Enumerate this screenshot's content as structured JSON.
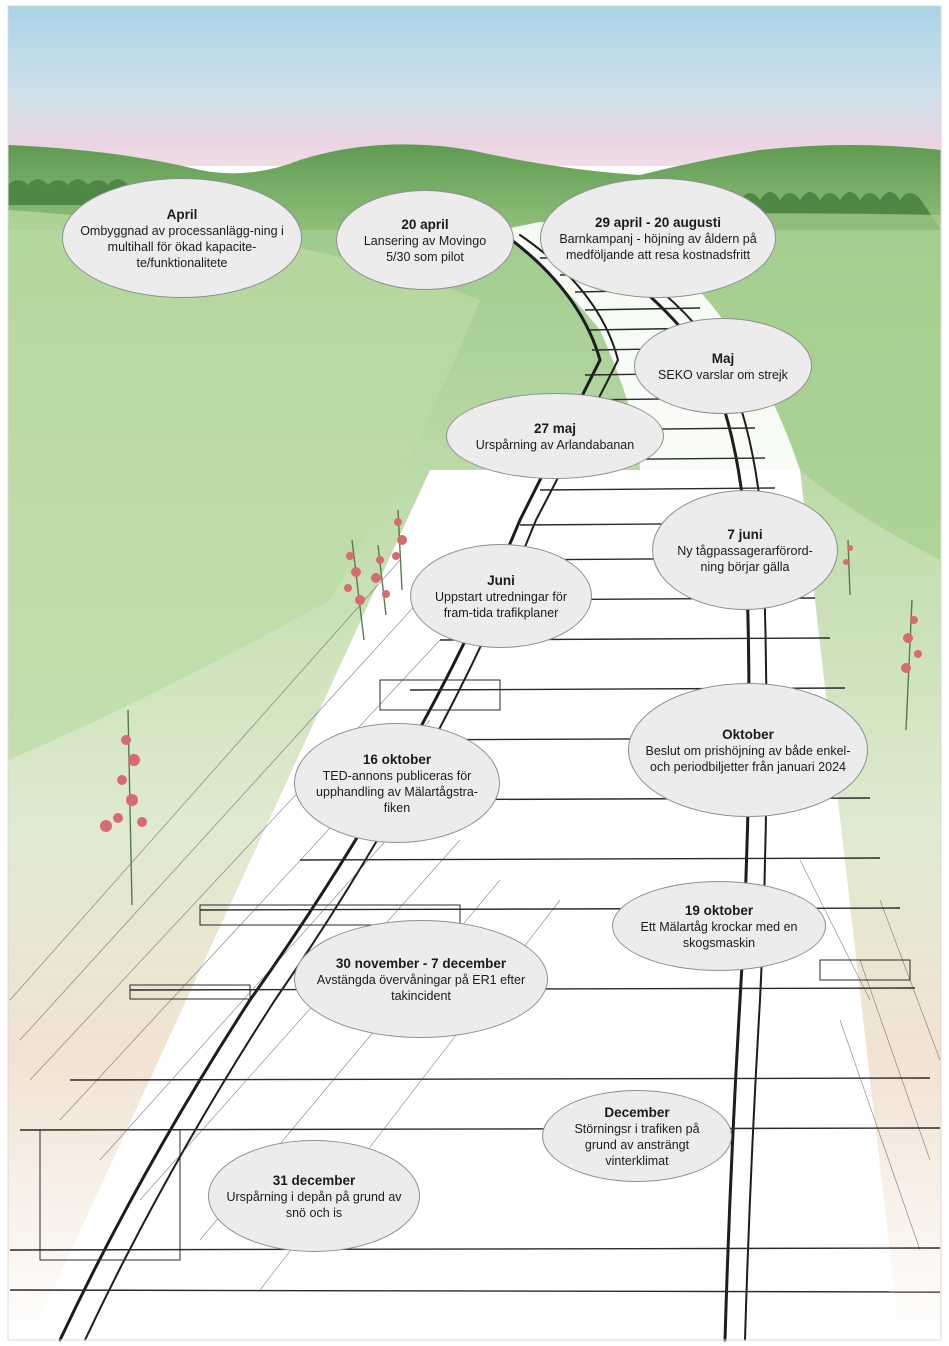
{
  "events": [
    {
      "title": "April",
      "text": "Ombyggnad av processanlägg-ning i multihall för ökad kapacite-te/funktionalitete"
    },
    {
      "title": "20 april",
      "text": "Lansering av Movingo 5/30 som pilot"
    },
    {
      "title": "29 april - 20 augusti",
      "text": "Barnkampanj - höjning av åldern på medföljande att resa kostnadsfritt"
    },
    {
      "title": "Maj",
      "text": "SEKO varslar om strejk"
    },
    {
      "title": "27 maj",
      "text": "Urspårning av Arlandabanan"
    },
    {
      "title": "7 juni",
      "text": "Ny tågpassagerarförord-ning börjar gälla"
    },
    {
      "title": "Juni",
      "text": "Uppstart utredningar för fram-tida trafikplaner"
    },
    {
      "title": "Oktober",
      "text": "Beslut om prishöjning av både enkel- och periodbiljetter från januari 2024"
    },
    {
      "title": "16 oktober",
      "text": "TED-annons publiceras för upphandling av Mälartågstra-fiken"
    },
    {
      "title": "19 oktober",
      "text": "Ett Mälartåg krockar med en skogsmaskin"
    },
    {
      "title": "30 november - 7 december",
      "text": "Avstängda övervåningar på ER1 efter takincident"
    },
    {
      "title": "December",
      "text": "Störningsr i trafiken på grund av ansträngt vinterklimat"
    },
    {
      "title": "31 december",
      "text": "Urspårning i depån på grund av snö och is"
    }
  ]
}
